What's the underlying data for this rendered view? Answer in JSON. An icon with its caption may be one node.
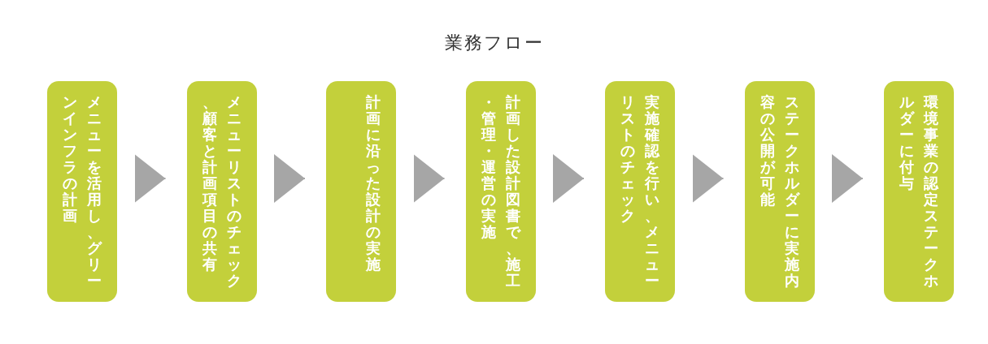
{
  "diagram": {
    "title": "業務フロー",
    "nodes": [
      {
        "text": [
          "メニューを活用し、グリーンインフラの計画"
        ]
      },
      {
        "text": [
          "メニューリストのチェック、顧客と計画項目の共有"
        ]
      },
      {
        "text": [
          "計画に沿った設計の実施"
        ]
      },
      {
        "text": [
          "計画した設計図書で、施工・管理・運営の実施"
        ]
      },
      {
        "text": [
          "実施確認を行い、メニューリストのチェック"
        ]
      },
      {
        "text": [
          "ステークホルダーに実施内容の公開が可能"
        ]
      },
      {
        "text": [
          "環境事業の認定ステークホルダーに付与"
        ]
      }
    ],
    "edges": [
      {
        "from": 0,
        "to": 1,
        "arrow": "to"
      },
      {
        "from": 1,
        "to": 2,
        "arrow": "to"
      },
      {
        "from": 2,
        "to": 3,
        "arrow": "to"
      },
      {
        "from": 3,
        "to": 4,
        "arrow": "to"
      },
      {
        "from": 4,
        "to": 5,
        "arrow": "to"
      },
      {
        "from": 5,
        "to": 6,
        "arrow": "to"
      }
    ]
  }
}
